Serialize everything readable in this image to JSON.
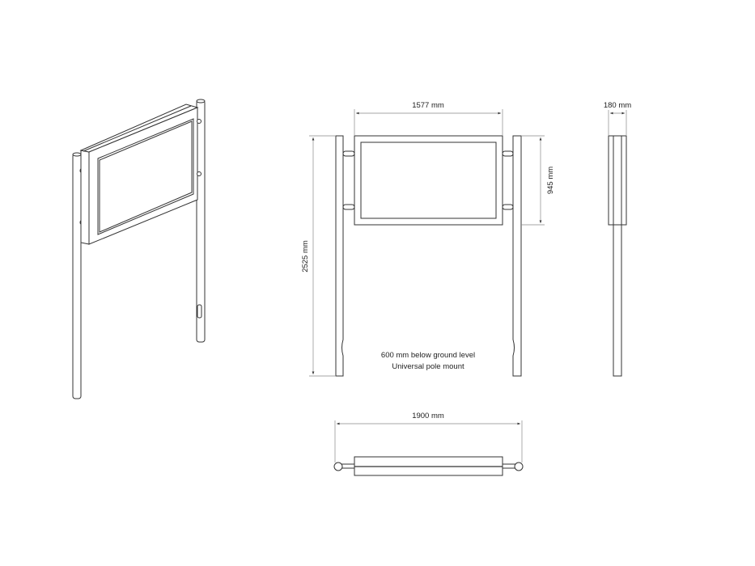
{
  "dimensions": {
    "panel_width": "1577 mm",
    "panel_height": "945 mm",
    "total_height": "2525 mm",
    "depth": "180 mm",
    "total_width": "1900 mm"
  },
  "notes": {
    "line1": "600 mm below ground level",
    "line2": "Universal pole mount"
  }
}
